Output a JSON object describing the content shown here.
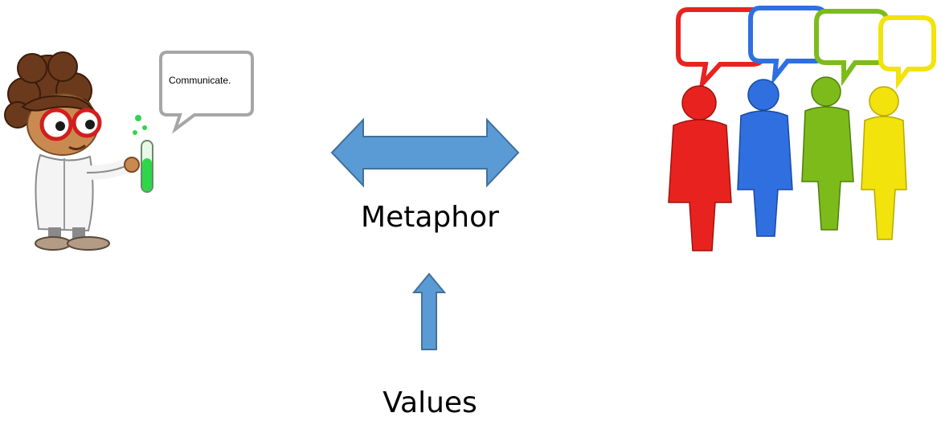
{
  "speech_bubble": {
    "text": "Communicate."
  },
  "labels": {
    "metaphor": "Metaphor",
    "values": "Values"
  },
  "colors": {
    "arrow_fill": "#5b9bd5",
    "arrow_stroke": "#41719c",
    "person_red": "#e8231f",
    "person_blue": "#2f6fe0",
    "person_green": "#7dbb1b",
    "person_yellow": "#f2e30c"
  },
  "icons": [
    "scientist-illustration",
    "people-group-illustration",
    "double-arrow-icon",
    "up-arrow-icon"
  ]
}
